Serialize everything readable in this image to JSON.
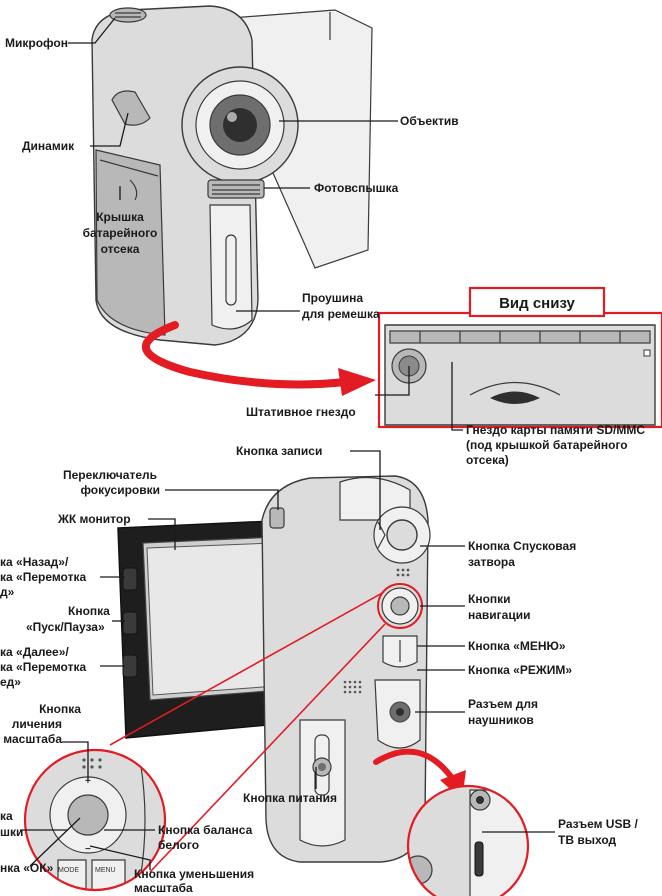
{
  "labels": {
    "microphone": "Микрофон",
    "lens": "Объектив",
    "speaker": "Динамик",
    "flash": "Фотовспышка",
    "battery_cover": [
      "Крышка",
      "батарейного",
      "отсека"
    ],
    "strap_loop": [
      "Проушина",
      "для ремешка"
    ],
    "bottom_view": "Вид снизу",
    "tripod_socket": "Штативное гнездо",
    "sd_slot": [
      "Гнездо карты памяти SD/MMC",
      "(под крышкой батарейного",
      "отсека)"
    ],
    "record_button": "Кнопка записи",
    "focus_switch": [
      "Переключатель",
      "фокусировки"
    ],
    "lcd_monitor": "ЖК монитор",
    "back_rewind": [
      "ка «Назад»/",
      "ка «Перемотка",
      "д»"
    ],
    "play_pause": [
      "Кнопка",
      "«Пуск/Пауза»"
    ],
    "next_forward": [
      "ка «Далее»/",
      "ка «Перемотка",
      "ед»"
    ],
    "shutter_button": [
      "Кнопка Спусковая",
      "затвора"
    ],
    "nav_buttons": [
      "Кнопки",
      "навигации"
    ],
    "menu_button": "Кнопка «МЕНЮ»",
    "mode_button": "Кнопка «РЕЖИМ»",
    "headphone_jack": [
      "Разъем для",
      "наушников"
    ],
    "zoom_in": [
      "Кнопка",
      "личения",
      "масштаба"
    ],
    "power_button": "Кнопка питания",
    "usb_tv": [
      "Разъем USB /",
      "ТВ выход"
    ],
    "left_partial": [
      "ка",
      "шки"
    ],
    "white_balance": [
      "Кнопка баланса",
      "белого"
    ],
    "ok_button": "нка «ОК»",
    "zoom_out": [
      "Кнопка уменьшения",
      "масштаба"
    ]
  },
  "button_text": {
    "mode": "MODE",
    "menu": "MENU",
    "plus": "+",
    "minus": "−"
  },
  "colors": {
    "accent_red": "#e31b23",
    "body_gray": "#dcdcdc",
    "ink": "#1a1a1a"
  }
}
